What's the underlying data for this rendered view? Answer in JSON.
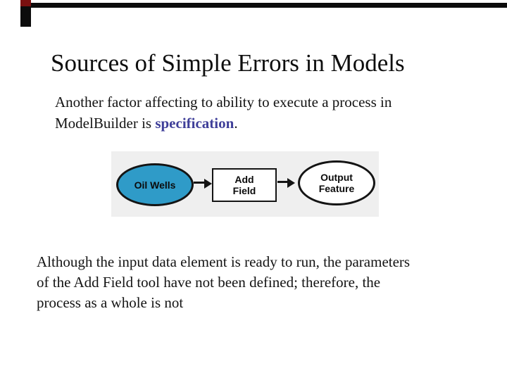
{
  "slide": {
    "background": "#ffffff"
  },
  "decor": {
    "top_bar_color": "#0c0c0c",
    "corner_tab_color": "#0c0c0c",
    "corner_tab_accent": "#7a1010"
  },
  "title": "Sources of Simple Errors in Models",
  "intro": {
    "line1": "Another factor affecting to ability to execute a process in",
    "line2_prefix": "ModelBuilder is ",
    "highlight": "specification",
    "line2_suffix": ".",
    "highlight_color": "#3f3f99"
  },
  "diagram": {
    "background": "#efefef",
    "arrow_color": "#141414",
    "input_node": {
      "shape": "ellipse",
      "fill": "#2f9bc8",
      "label": "Oil Wells"
    },
    "tool_node": {
      "shape": "rectangle",
      "fill": "#ffffff",
      "line1": "Add",
      "line2": "Field"
    },
    "output_node": {
      "shape": "ellipse",
      "fill": "#ffffff",
      "line1": "Output",
      "line2": "Feature"
    }
  },
  "footer": {
    "lines": [
      "Although the input data element is ready to run, the parameters",
      "of the Add Field tool have not been defined; therefore, the",
      "process as a whole is not"
    ]
  }
}
